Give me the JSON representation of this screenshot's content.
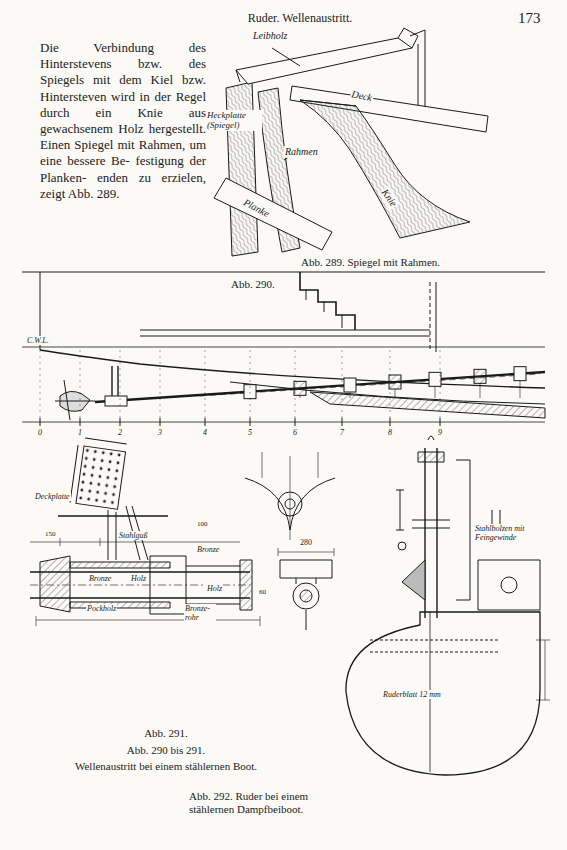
{
  "diagram": {
    "labels": [
      "Ruder. Wellenaustritt.",
      "173",
      "Die Verbindung des Hinterstevens bzw. des Spiegels mit dem Kiel bzw. Hintersteven wird in der Regel durch ein Knie aus gewachsenem Holz hergestellt. Einen Spiegel mit Rahmen, um eine bessere Be- festigung der Planken- enden zu erzielen, zeigt Abb. 289.",
      "Leibholz",
      "Deck",
      "Heckplatte (Spiegel)",
      "Rahmen",
      "Planke",
      "Knie",
      "Abb. 289. Spiegel mit Rahmen.",
      "Abb. 290.",
      "C.W.L.",
      "0",
      "1",
      "2",
      "3",
      "4",
      "5",
      "6",
      "7",
      "8",
      "9",
      "Deckplatte",
      "Stahlguß",
      "Bronze",
      "Holz",
      "Pockholz",
      "Bronze",
      "Holz",
      "Bronze- rohr",
      "280",
      "Abb. 291.",
      "Abb. 290 bis 291.",
      "Wellenaustritt bei einem stählernen Boot.",
      "Stahlbolzen mit Feingewinde",
      "Ruderblatt 12 mm",
      "Abb. 292. Ruder bei einem stählernen Dampfbeiboot.",
      "150",
      "100",
      "60"
    ]
  }
}
